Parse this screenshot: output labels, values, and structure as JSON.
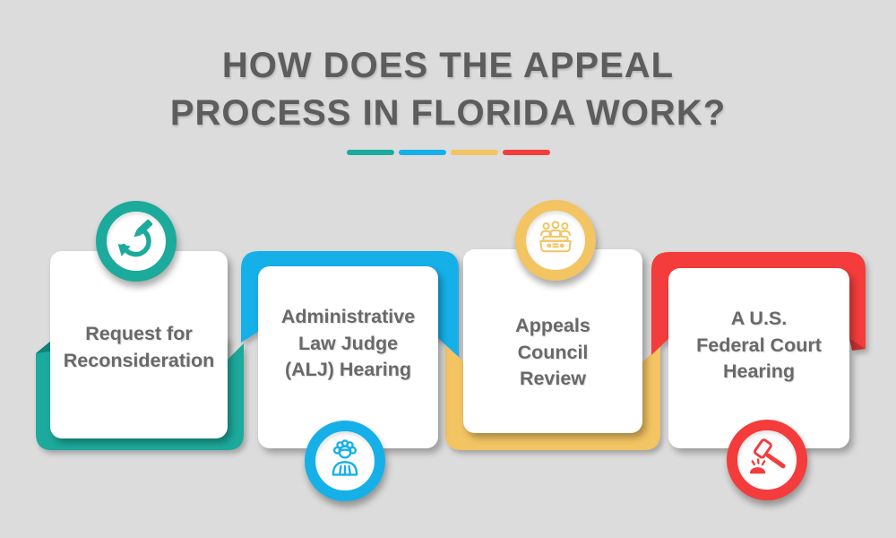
{
  "title": {
    "line1": "HOW DOES THE APPEAL",
    "line2": "PROCESS IN FLORIDA WORK?"
  },
  "divider": {
    "colors": [
      "#1caa9c",
      "#16b0e8",
      "#f2c462",
      "#f43c3c"
    ]
  },
  "steps": [
    {
      "label": "Request for\nReconsideration",
      "accent_color": "#1caa9c",
      "icon": "reconsideration-edit-cycle-icon",
      "icon_position": "top"
    },
    {
      "label": "Administrative\nLaw Judge\n(ALJ) Hearing",
      "accent_color": "#16b0e8",
      "icon": "judge-icon",
      "icon_position": "bottom"
    },
    {
      "label": "Appeals\nCouncil\nReview",
      "accent_color": "#f2c462",
      "icon": "council-panel-icon",
      "icon_position": "top"
    },
    {
      "label": "A U.S.\nFederal Court\nHearing",
      "accent_color": "#f43c3c",
      "icon": "gavel-icon",
      "icon_position": "bottom"
    }
  ],
  "palette": {
    "background": "#dcdcdc",
    "card_background": "#ffffff",
    "title_text": "#5d5d5d",
    "card_text": "#696969",
    "teal": "#1caa9c",
    "blue": "#16b0e8",
    "yellow": "#f2c462",
    "red": "#f43c3c"
  }
}
